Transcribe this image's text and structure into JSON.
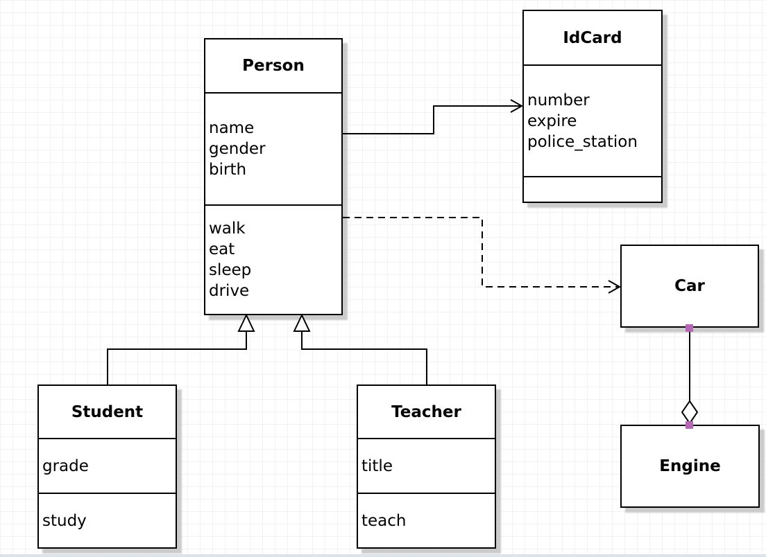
{
  "classes": {
    "person": {
      "title": "Person",
      "attributes": [
        "name",
        "gender",
        "birth"
      ],
      "methods": [
        "walk",
        "eat",
        "sleep",
        "drive"
      ]
    },
    "idcard": {
      "title": "IdCard",
      "attributes": [
        "number",
        "expire",
        "police_station"
      ],
      "methods": []
    },
    "car": {
      "title": "Car",
      "attributes": [],
      "methods": []
    },
    "engine": {
      "title": "Engine",
      "attributes": [],
      "methods": []
    },
    "student": {
      "title": "Student",
      "attributes": [
        "grade"
      ],
      "methods": [
        "study"
      ]
    },
    "teacher": {
      "title": "Teacher",
      "attributes": [
        "title"
      ],
      "methods": [
        "teach"
      ]
    }
  },
  "relationships": [
    {
      "from": "Person",
      "to": "IdCard",
      "type": "association",
      "line": "solid",
      "arrow": "open-arrowhead"
    },
    {
      "from": "Person",
      "to": "Car",
      "type": "dependency",
      "line": "dashed",
      "arrow": "open-arrowhead"
    },
    {
      "from": "Student",
      "to": "Person",
      "type": "generalization",
      "line": "solid",
      "arrow": "hollow-triangle"
    },
    {
      "from": "Teacher",
      "to": "Person",
      "type": "generalization",
      "line": "solid",
      "arrow": "hollow-triangle"
    },
    {
      "from": "Car",
      "to": "Engine",
      "type": "aggregation",
      "line": "solid",
      "arrow": "hollow-diamond"
    }
  ],
  "colors": {
    "line": "#000000",
    "box_border": "#000000",
    "box_fill": "#ffffff",
    "shadow": "#cbcbcb",
    "grid": "#f2f2f2",
    "background": "#ffffff",
    "connection_point": "#b667b6",
    "canvas_edge": "#dde3ea"
  }
}
